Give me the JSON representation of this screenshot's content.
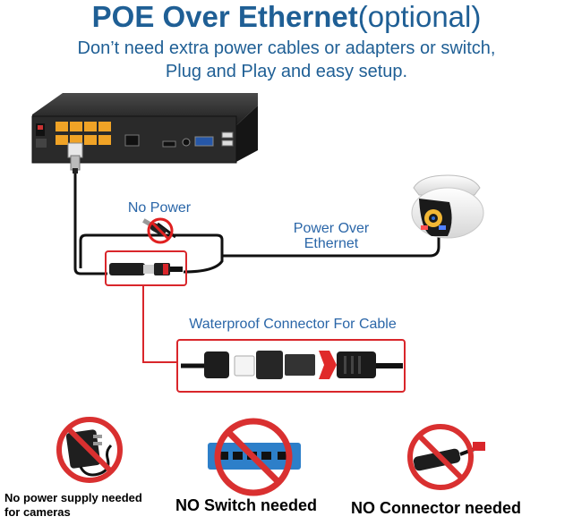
{
  "header": {
    "title_main": "POE Over Ethernet",
    "title_optional": "(optional)",
    "subtitle_line1": "Don’t need extra power cables or adapters or switch,",
    "subtitle_line2": "Plug and Play and easy setup."
  },
  "diagram": {
    "no_power_label": "No Power",
    "poe_label_line1": "Power Over",
    "poe_label_line2": "Ethernet",
    "waterproof_label": "Waterproof Connector For Cable"
  },
  "bottom": {
    "power_supply_line1": "No power supply needed",
    "power_supply_line2": "for cameras",
    "switch_label": "NO Switch needed",
    "connector_label": "NO Connector needed"
  },
  "colors": {
    "title_blue": "#1f5f95",
    "label_blue": "#2a66a8",
    "highlight_red": "#d9262b",
    "cable_black": "#111111"
  }
}
